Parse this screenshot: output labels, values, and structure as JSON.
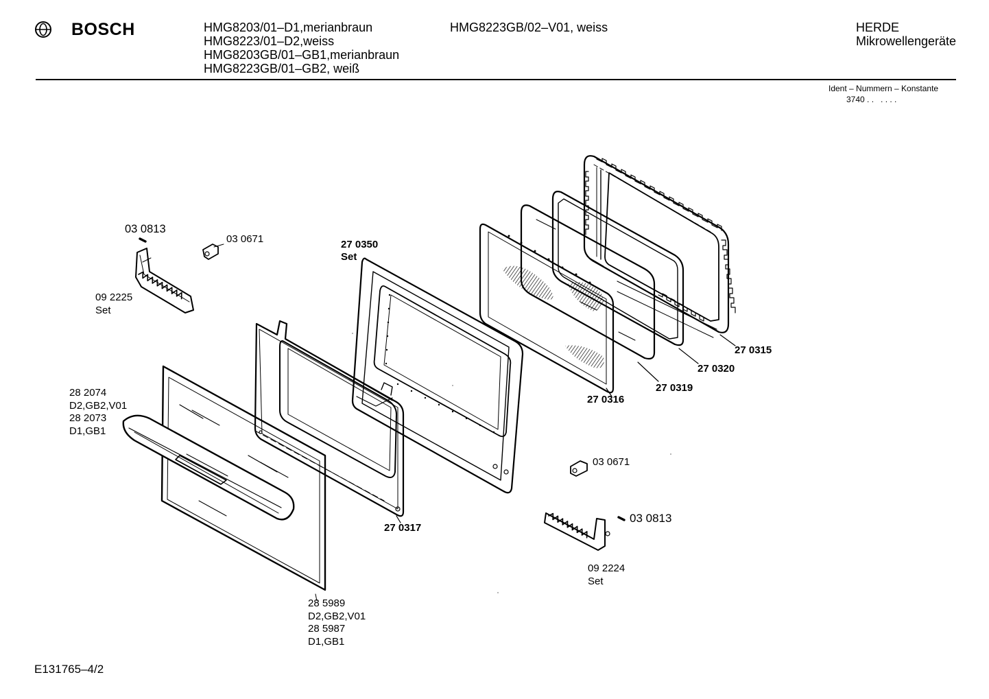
{
  "header": {
    "brand": "BOSCH",
    "models_col1": [
      "HMG8203/01–D1,merianbraun",
      "HMG8223/01–D2,weiss",
      "HMG8203GB/01–GB1,merianbraun",
      "HMG8223GB/01–GB2, weiß"
    ],
    "models_col2": [
      "HMG8223GB/02–V01, weiss"
    ],
    "category_line1": "HERDE",
    "category_line2": "Mikrowellengeräte",
    "ident_label": "Ident – Nummern – Konstante",
    "ident_value": "3740 . .   . . . ."
  },
  "parts": {
    "p030813_top": "03 0813",
    "p030671_top": "03 0671",
    "p092225": [
      "09 2225",
      "Set"
    ],
    "p270350": [
      "27 0350",
      "Set"
    ],
    "p282074": [
      "28 2074",
      "D2,GB2,V01",
      "28 2073",
      "D1,GB1"
    ],
    "p270317": "27 0317",
    "p285989": [
      "28 5989",
      "D2,GB2,V01",
      "28 5987",
      "D1,GB1"
    ],
    "p270316": "27 0316",
    "p270319": "27 0319",
    "p270320": "27 0320",
    "p270315": "27 0315",
    "p030671_bottom": "03 0671",
    "p030813_bottom": "03 0813",
    "p092224": [
      "09 2224",
      "Set"
    ]
  },
  "footer": {
    "doc_number": "E131765–4/2"
  }
}
